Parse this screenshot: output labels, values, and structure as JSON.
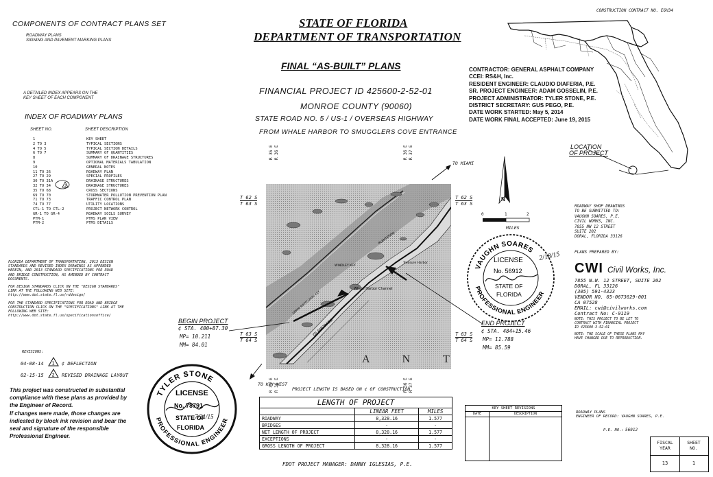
{
  "header": {
    "state": "STATE OF FLORIDA",
    "department": "DEPARTMENT OF TRANSPORTATION",
    "contract_no": "CONSTRUCTION CONTRACT NO. E6H34",
    "final": "FINAL “AS-BUILT” PLANS",
    "financial_project": "FINANCIAL PROJECT ID 425600-2-52-01",
    "county": "MONROE COUNTY (90060)",
    "state_road": "STATE ROAD NO. 5 / US-1 / OVERSEAS HIGHWAY",
    "limits": "FROM WHALE HARBOR TO SMUGGLERS COVE ENTRANCE"
  },
  "components": {
    "title": "COMPONENTS OF CONTRACT PLANS SET",
    "items": [
      "ROADWAY PLANS",
      "SIGNING AND PAVEMENT MARKING PLANS"
    ],
    "index_note_1": "A DETAILED INDEX APPEARS ON THE",
    "index_note_2": "KEY SHEET OF EACH COMPONENT"
  },
  "index": {
    "title": "INDEX OF ROADWAY PLANS",
    "col_sheet": "SHEET NO.",
    "col_desc": "SHEET DESCRIPTION",
    "rows": [
      {
        "no": "1",
        "desc": "KEY SHEET"
      },
      {
        "no": "2  TO  3",
        "desc": "TYPICAL SECTIONS"
      },
      {
        "no": "4  TO  5",
        "desc": "TYPICAL SECTION DETAILS"
      },
      {
        "no": "6  TO 7",
        "desc": "SUMMARY OF QUANTITIES"
      },
      {
        "no": "8",
        "desc": "SUMMARY OF DRAINAGE STRUCTURES"
      },
      {
        "no": "9",
        "desc": "OPTIONAL MATERIALS TABULATION"
      },
      {
        "no": "10",
        "desc": "GENERAL NOTES"
      },
      {
        "no": "11 TO 26",
        "desc": "ROADWAY PLAN"
      },
      {
        "no": "27 TO 29",
        "desc": "SPECIAL PROFILES"
      },
      {
        "no": "30 TO 31A",
        "desc": "DRAINAGE STRUCTURES"
      },
      {
        "no": "32 TO 34",
        "desc": "DRAINAGE STRUCTURES"
      },
      {
        "no": "35 TO 68",
        "desc": "CROSS SECTIONS"
      },
      {
        "no": "69 TO 70",
        "desc": "STORMWATER POLLUTION PREVENTION PLAN"
      },
      {
        "no": "71 TO 73",
        "desc": "TRAFFIC CONTROL PLAN"
      },
      {
        "no": "74 TO 77",
        "desc": "UTILITY LOCATIONS"
      },
      {
        "no": "CTL-1 TO CTL-2",
        "desc": "PROJECT NETWORK CONTROL"
      },
      {
        "no": "GR-1 TO GR-4",
        "desc": "ROADWAY SOILS SURVEY"
      },
      {
        "no": "PTM-1",
        "desc": "PTMS PLAN VIEW"
      },
      {
        "no": "PTM-2",
        "desc": "PTMS DETAILS"
      }
    ],
    "revision_mark": "2"
  },
  "standards": {
    "p1": [
      "FLORIDA DEPARTMENT OF TRANSPORTATION, 2013 DESIGN",
      "STANDARDS AND REVISED INDEX DRAWINGS AS APPENDED",
      "HEREIN, AND 2013 STANDARD SPECIFICATIONS FOR ROAD",
      "AND BRIDGE CONSTRUCTION, AS AMENDED BY CONTRACT",
      "DOCUMENTS."
    ],
    "p2": [
      "FOR DESIGN STANDARDS CLICK ON THE \"DESIGN STANDARDS\"",
      "LINK AT THE FOLLOWING WEB SITE:",
      "http://www.dot.state.fl.us/rddesign/"
    ],
    "p3": [
      "FOR THE STANDARD SPECIFICATIONS FOR ROAD AND BRIDGE",
      "CONSTRUCTION CLICK ON THE \"SPECIFICATIONS\" LINK AT THE",
      "FOLLOWING WEB SITE:",
      "http://www.dot.state.fl.us/specificationsoffice/"
    ]
  },
  "revisions": {
    "title": "REVISIONS:",
    "r1_date": "04-08-14",
    "r1_num": "1",
    "r1_desc": "¢ DEFLECTION",
    "r2_date": "02-15-15",
    "r2_num": "2",
    "r2_desc": "REVISED DRAINAGE LAYOUT"
  },
  "asbuilt_note": [
    "This project was constructed in substantial",
    "compliance  with these plans as provided by",
    "the Engineer of Record.",
    "If changes were made, those changes are",
    "indicated by block ink revision and bear the",
    "seal and signature of the responsible",
    "Professional Engineer."
  ],
  "contractor": {
    "lines": [
      "CONTRACTOR: GENERAL ASPHALT COMPANY",
      "CCEI: RS&H, Inc.",
      "RESIDENT ENGINEER: CLAUDIO DIAFERIA, P.E.",
      "SR. PROJECT ENGINEER: ADAM GOSSELIN, P.E.",
      "PROJECT ADMINISTRATOR: TYLER STONE, P.E.",
      "DISTRICT SECRETARY: GUS PEGO, P.E.",
      "DATE WORK STARTED: May 5, 2014",
      "DATE WORK FINAL ACCEPTED: June 19, 2015"
    ]
  },
  "location": {
    "label_1": "LOCATION",
    "label_2": "OF PROJECT"
  },
  "map": {
    "to_miami": "TO MIAMI",
    "to_key_west": "TO KEY WEST",
    "township_left_1": "T 62 S",
    "township_left_2": "T 63 S",
    "township_right_1": "T 62 S",
    "township_right_2": "T 63 S",
    "township_left_3": "T 63 S",
    "township_left_4": "T 64 S",
    "township_right_3": "T 63 S",
    "township_right_4": "T 64 S",
    "range_top_left": "R 35 E",
    "range_top_left_2": "R 36 E",
    "range_top_right": "R 36 E",
    "range_top_right_2": "R 37 E",
    "range_bottom_left": "R 35 E",
    "range_bottom_left_2": "R 36 E",
    "range_bottom_right": "R 36 E",
    "range_bottom_right_2": "R 37 E",
    "north": "N",
    "scale_0": "0",
    "scale_1": "1",
    "scale_2": "2",
    "scale_unit": "MILES",
    "label_whale_harbor": "Whale Harbor Channel",
    "label_islamorada": "ISLAMORADA",
    "label_atlantic": "A N T I",
    "label_treasure": "Treasure Harbor",
    "label_windley": "WINDLEY KEY",
    "label_plantation": "PLANTATION",
    "label_upper": "UPPER MATECUMBE KEY"
  },
  "begin": {
    "title": "BEGIN PROJECT",
    "sta": "¢ STA. 400+87.30",
    "mp": "MP= 10.211",
    "mm": "MM= 84.01"
  },
  "end": {
    "title": "END PROJECT",
    "sta": "¢ STA. 484+15.46",
    "mp": "MP= 11.788",
    "mm": "MM= 85.59"
  },
  "project_length_note": "PROJECT LENGTH IS BASED ON ¢ OF CONSTRUCTION.",
  "length_table": {
    "title": "LENGTH   OF   PROJECT",
    "col_lf": "LINEAR FEET",
    "col_mi": "MILES",
    "rows": [
      {
        "label": "ROADWAY",
        "lf": "8,328.16",
        "mi": "1.577"
      },
      {
        "label": "BRIDGES",
        "lf": "-",
        "mi": "-"
      },
      {
        "label": "NET LENGTH OF PROJECT",
        "lf": "8,328.16",
        "mi": "1.577"
      },
      {
        "label": "EXCEPTIONS",
        "lf": "-",
        "mi": "-"
      },
      {
        "label": "GROSS LENGTH OF PROJECT",
        "lf": "8,328.16",
        "mi": "1.577"
      }
    ]
  },
  "manager": "FDOT PROJECT MANAGER:  DANNY IGLESIAS, P.E.",
  "shop": [
    "ROADWAY SHOP DRAWINGS",
    "TO BE SUBMITTED TO:",
    "VAUGHN SOARES, P.E.",
    "CIVIL WORKS, INC.",
    "7855 NW 12 STREET",
    "SUITE 202",
    "DORAL, FLORIDA 33126"
  ],
  "prepared_by": "PLANS PREPARED BY:",
  "firm": {
    "logo": "CWI",
    "name": "Civil Works, Inc.",
    "lines": [
      "7855 N.W. 12 STREET, SUITE 202",
      "DORAL, FL 33126",
      "(305) 591-4323",
      "VENDOR NO. 65-0673629-001",
      "CA 07528",
      "EMAIL: cwi@civilworks.com",
      "Contract No: C-9119"
    ],
    "note_1": [
      "NOTE: THIS PROJECT TO BE LET TO",
      "CONTRACT WITH FINANCIAL PROJECT",
      "ID 425600-3-52-01"
    ],
    "note_2": [
      "NOTE: THE SCALE OF THESE PLANS MAY",
      "HAVE CHANGED DUE TO REPRODUCTION."
    ]
  },
  "ks_revisions": {
    "title": "KEY SHEET REVISIONS",
    "col_date": "DATE",
    "col_desc": "DESCRIPTION"
  },
  "eor": {
    "line_1": "ROADWAY PLANS",
    "line_2": "ENGINEER OF RECORD: VAUGHN SOARES, P.E.",
    "pe_label": "P.E. NO.:",
    "pe_no": "56912"
  },
  "sheet_block": {
    "fy_1": "FISCAL",
    "fy_2": "YEAR",
    "sn_1": "SHEET",
    "sn_2": "NO.",
    "fy": "13",
    "sn": "1"
  },
  "seal_left": {
    "name": "TYLER STONE",
    "license": "LICENSE",
    "no": "No. 78791",
    "state_of": "STATE OF",
    "florida": "FLORIDA",
    "pe": "PROFESSIONAL ENGINEER",
    "date": "7/21/15"
  },
  "seal_right": {
    "name": "VAUGHN SOARES",
    "license": "LICENSE",
    "no": "No. 56912",
    "state_of": "STATE OF",
    "florida": "FLORIDA",
    "pe": "PROFESSIONAL ENGINEER",
    "date": "2/18/15"
  }
}
